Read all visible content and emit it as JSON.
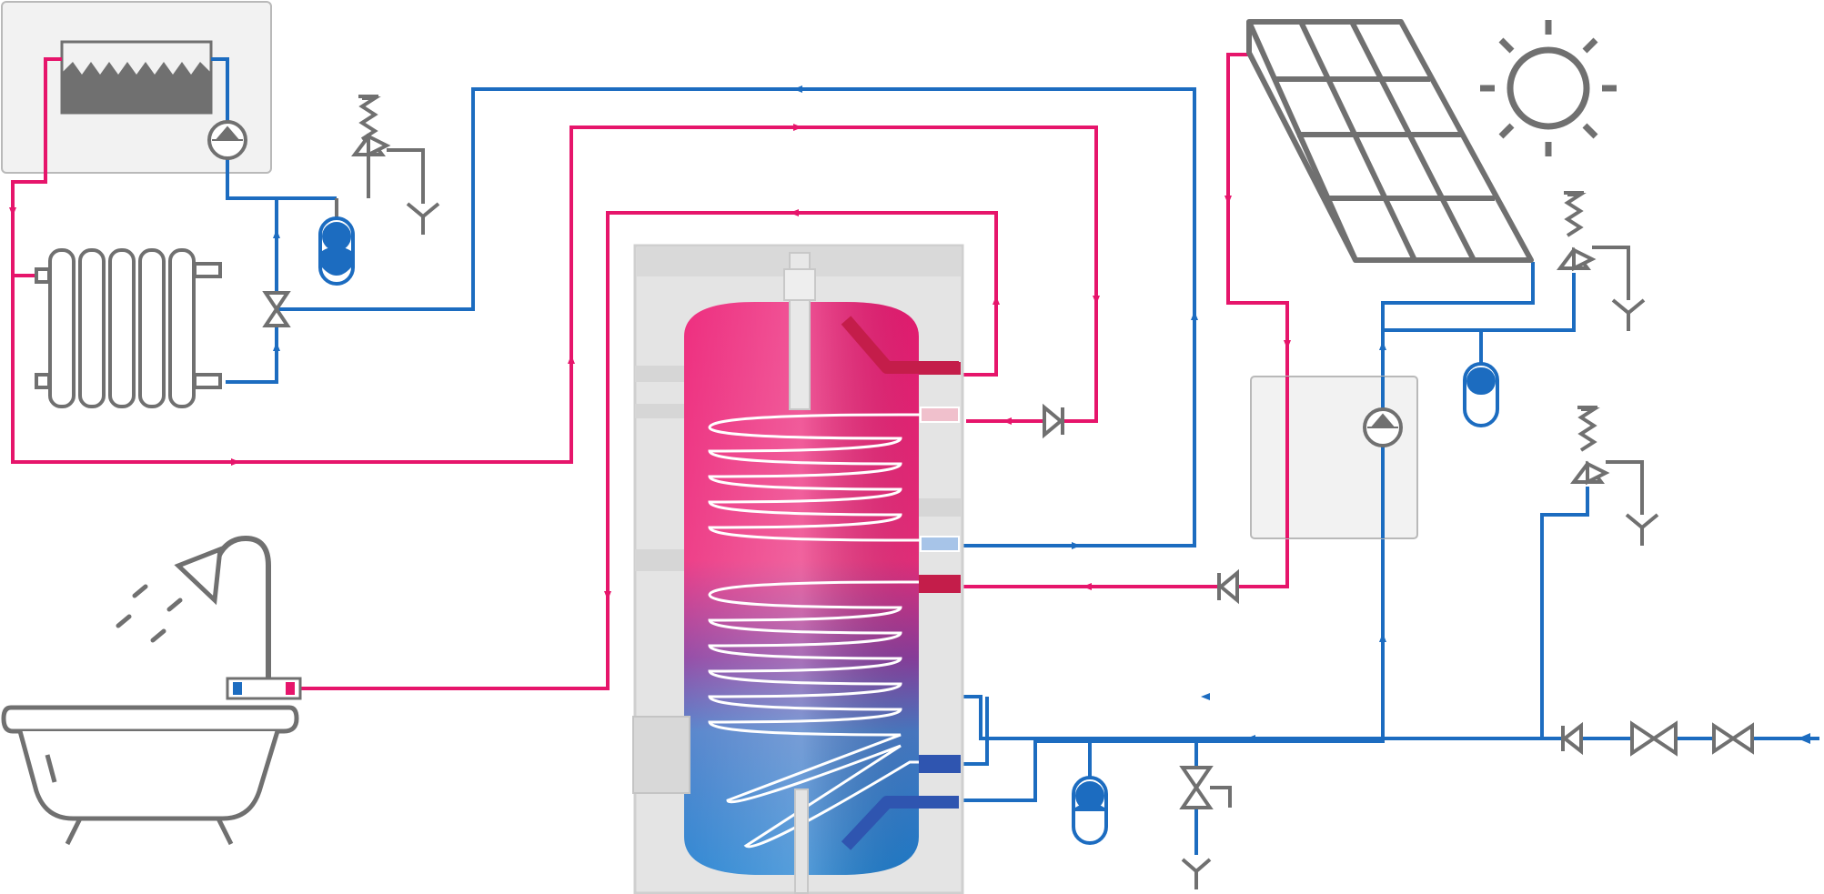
{
  "colors": {
    "hot": "#e6156b",
    "cold": "#1c6cc0",
    "equipment": "#707070",
    "panel_bg": "#f2f2f2",
    "panel_border": "#b9b9b9",
    "tank_shell": "#e4e4e4",
    "tank_hot": "#ec1c74",
    "tank_mid": "#8d3fa0",
    "tank_cold": "#2f82cf",
    "sun": "#707070"
  },
  "components": [
    "boiler",
    "radiator",
    "bathtub",
    "shower",
    "hot-water-storage-tank",
    "solar-collector",
    "sun",
    "solar-pump-station",
    "expansion-vessels",
    "safety-valves",
    "check-valves",
    "shut-off-valves",
    "circulation-pumps"
  ]
}
